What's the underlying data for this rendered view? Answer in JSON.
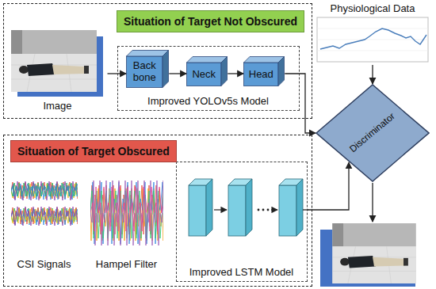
{
  "diagram": {
    "nodes": [
      {
        "text": [
          "Situation of Target Not Obscured"
        ]
      },
      {
        "text": [
          "Image"
        ],
        "in": 0
      },
      {
        "text": [
          "Improved YOLOv5s Model"
        ],
        "in": 0
      },
      {
        "text": [
          "Back bone"
        ],
        "in": 2
      },
      {
        "text": [
          "Neck"
        ],
        "in": 2
      },
      {
        "text": [
          "Head"
        ],
        "in": 2
      },
      {
        "text": [
          "Physiological Data"
        ]
      },
      {
        "text": [
          "Discriminator"
        ]
      },
      {
        "text": [
          "Situation of Target Obscured"
        ]
      },
      {
        "text": [
          "CSI Signals"
        ],
        "in": 8
      },
      {
        "text": [
          "Hampel Filter"
        ],
        "in": 8
      },
      {
        "text": [
          "Improved LSTM Model"
        ],
        "in": 8
      }
    ],
    "edges": [
      {
        "from": 1,
        "to": 3,
        "arrow": "to"
      },
      {
        "from": 3,
        "to": 4,
        "arrow": "to"
      },
      {
        "from": 4,
        "to": 5,
        "arrow": "to"
      },
      {
        "from": 5,
        "to": 7,
        "arrow": "to"
      },
      {
        "from": 6,
        "to": 7,
        "arrow": "to"
      },
      {
        "from": 11,
        "to": 7,
        "arrow": "to"
      }
    ]
  }
}
